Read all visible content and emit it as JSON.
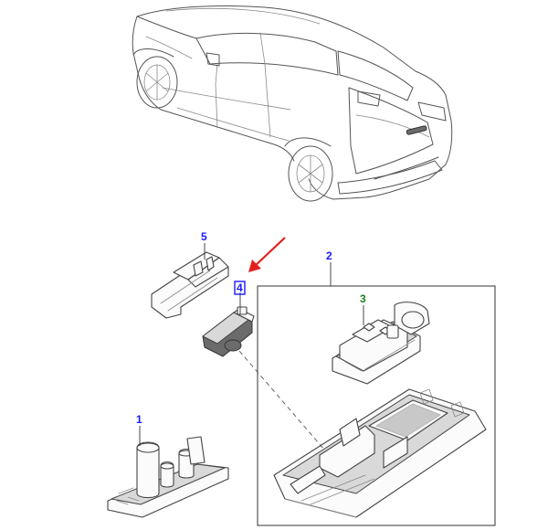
{
  "colors": {
    "callout_blue": "#1a1aff",
    "callout_green": "#1b7f1b",
    "arrow_red": "#e02020",
    "highlight_box": "#1a1aff"
  },
  "callouts": {
    "part_1": "1",
    "part_2": "2",
    "part_3": "3",
    "part_4": "4",
    "part_5": "5"
  }
}
